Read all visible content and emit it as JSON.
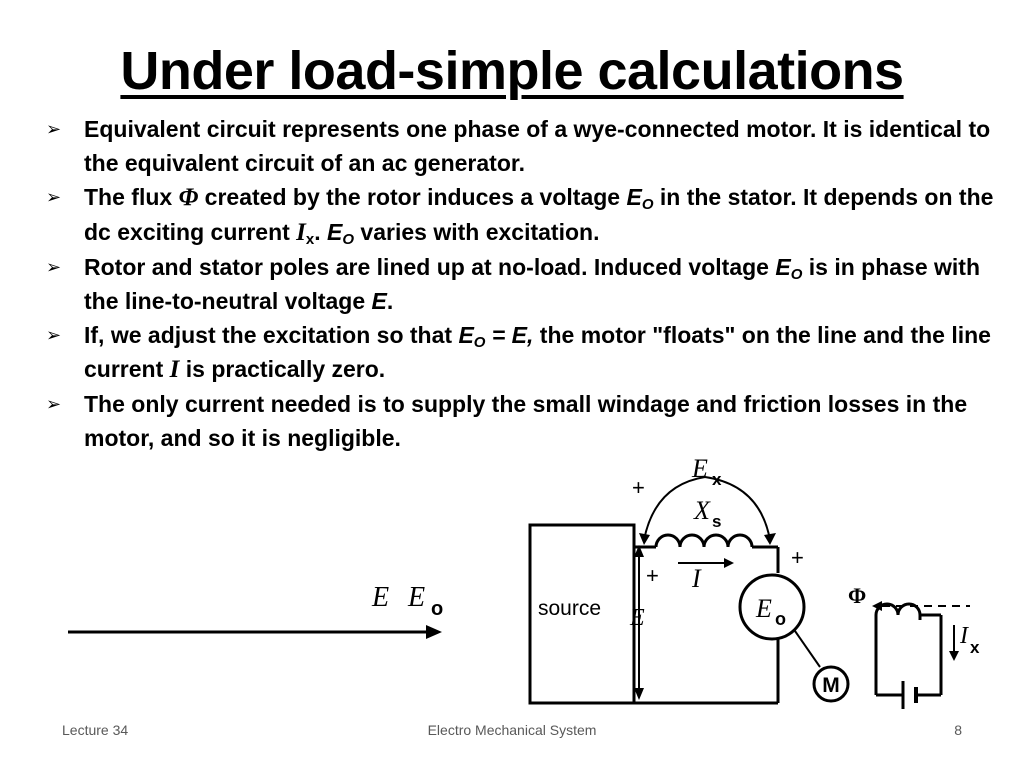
{
  "slide": {
    "title": "Under load-simple calculations",
    "bullets": [
      {
        "parts": [
          {
            "text": "Equivalent circuit represents one phase of a wye-connected motor. It is identical to the equivalent circuit of an ac generator."
          }
        ]
      },
      {
        "parts": [
          {
            "text": "The flux "
          },
          {
            "text": "Φ",
            "style": "sym"
          },
          {
            "text": " created by the rotor induces a voltage "
          },
          {
            "text": "E",
            "style": "symsans"
          },
          {
            "text": "O",
            "style": "sub-italic"
          },
          {
            "text": " in the stator. It depends on the dc exciting current "
          },
          {
            "text": "I",
            "style": "sym"
          },
          {
            "text": "x",
            "style": "sub"
          },
          {
            "text": ". "
          },
          {
            "text": "E",
            "style": "symsans"
          },
          {
            "text": "O",
            "style": "sub-italic"
          },
          {
            "text": " varies with excitation."
          }
        ]
      },
      {
        "parts": [
          {
            "text": "Rotor and stator poles are lined up at no-load. Induced voltage "
          },
          {
            "text": "E",
            "style": "symsans"
          },
          {
            "text": "O",
            "style": "sub-italic"
          },
          {
            "text": " is in phase with the line-to-neutral voltage "
          },
          {
            "text": "E",
            "style": "symsans"
          },
          {
            "text": "."
          }
        ]
      },
      {
        "parts": [
          {
            "text": "If, we adjust the excitation so that "
          },
          {
            "text": "E",
            "style": "symsans"
          },
          {
            "text": "O",
            "style": "sub-italic"
          },
          {
            "text": " = E,",
            "style": "symsans"
          },
          {
            "text": " the motor \"floats\" on the line and the line current "
          },
          {
            "text": "I",
            "style": "sym"
          },
          {
            "text": " is practically zero."
          }
        ]
      },
      {
        "parts": [
          {
            "text": "The only current needed is to supply the small windage and friction losses in the motor, and so it is negligible."
          }
        ]
      }
    ]
  },
  "phasor": {
    "label_e": "E",
    "label_eo": "E",
    "label_eo_sub": "o"
  },
  "circuit": {
    "source_label": "source",
    "ex_label": "E",
    "ex_sub": "x",
    "xs_label": "X",
    "xs_sub": "s",
    "current_label": "I",
    "voltage_label": "E",
    "plus_sign": "+",
    "eo_label": "E",
    "eo_sub": "o",
    "motor_label": "M",
    "flux_label": "Φ",
    "ix_label": "I",
    "ix_sub": "x"
  },
  "footer": {
    "left": "Lecture 34",
    "center": "Electro Mechanical System",
    "right": "8"
  }
}
